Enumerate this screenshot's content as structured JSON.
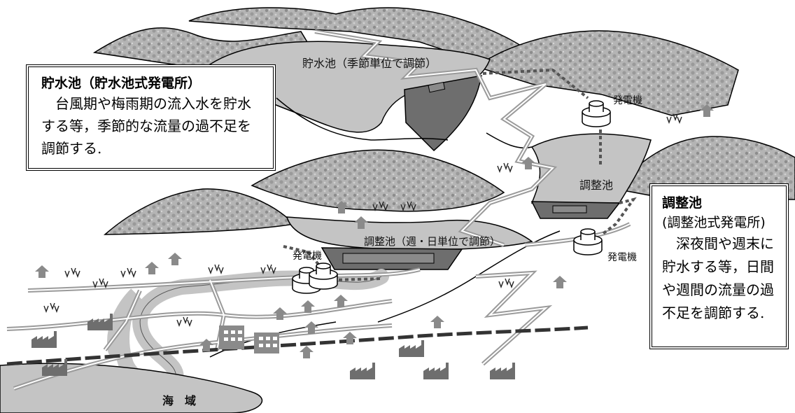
{
  "labels": {
    "reservoir": "貯水池（季節単位で調節）",
    "regulating_upper": "調整池",
    "regulating_lower": "調整池（週・日単位で調節）",
    "generator_top": "発電機",
    "generator_right": "発電機",
    "generator_left": "発電機",
    "sea": "海　域"
  },
  "box_reservoir": {
    "title": "貯水池（貯水池式発電所）",
    "body": "台風期や梅雨期の流入水を貯水する等，季節的な流量の過不足を調節する."
  },
  "box_regulating": {
    "title": "調整池",
    "subtitle": "(調整池式発電所)",
    "body": "深夜間や週末に貯水する等，日間や週間の流量の過不足を調節する."
  },
  "colors": {
    "mountain": "#a9a9a9",
    "water": "#c4c4c4",
    "dam": "#6e6e6e",
    "road": "#9a9a9a",
    "building": "#8a8a8a"
  }
}
